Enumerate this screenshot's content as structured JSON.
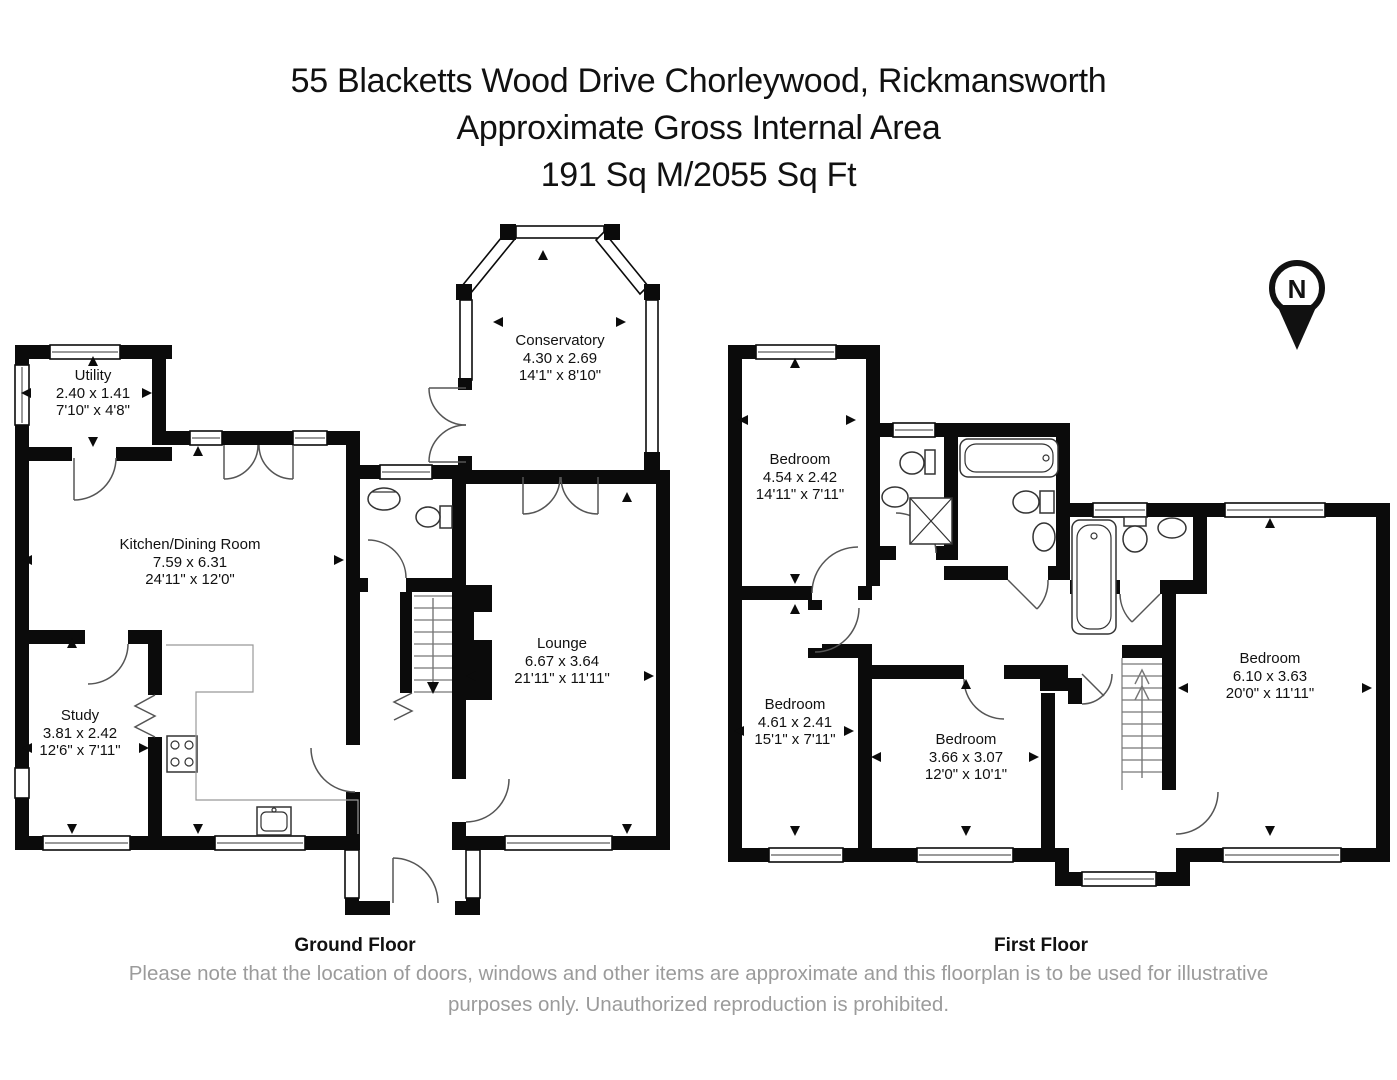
{
  "title": {
    "line1": "55 Blacketts Wood Drive Chorleywood, Rickmansworth",
    "line2": "Approximate Gross Internal Area",
    "line3": "191 Sq M/2055 Sq Ft"
  },
  "compass": {
    "label": "N"
  },
  "ground_floor": {
    "label": "Ground Floor",
    "rooms": {
      "utility": {
        "name": "Utility",
        "metric": "2.40 x 1.41",
        "imperial": "7'10\" x 4'8\""
      },
      "kitchen_dining": {
        "name": "Kitchen/Dining Room",
        "metric": "7.59 x 6.31",
        "imperial": "24'11\" x 12'0\""
      },
      "study": {
        "name": "Study",
        "metric": "3.81 x 2.42",
        "imperial": "12'6\" x 7'11\""
      },
      "conservatory": {
        "name": "Conservatory",
        "metric": "4.30 x 2.69",
        "imperial": "14'1\" x 8'10\""
      },
      "lounge": {
        "name": "Lounge",
        "metric": "6.67 x 3.64",
        "imperial": "21'11\" x 11'11\""
      }
    }
  },
  "first_floor": {
    "label": "First Floor",
    "rooms": {
      "bedroom_1": {
        "name": "Bedroom",
        "metric": "4.54 x 2.42",
        "imperial": "14'11\" x 7'11\""
      },
      "bedroom_2": {
        "name": "Bedroom",
        "metric": "4.61 x 2.41",
        "imperial": "15'1\" x 7'11\""
      },
      "bedroom_3": {
        "name": "Bedroom",
        "metric": "3.66 x 3.07",
        "imperial": "12'0\" x 10'1\""
      },
      "bedroom_4": {
        "name": "Bedroom",
        "metric": "6.10 x 3.63",
        "imperial": "20'0\" x 11'11\""
      }
    }
  },
  "footer": {
    "line1": "Please note that the location of doors, windows and other items are approximate and this floorplan is to be used for illustrative",
    "line2": "purposes only. Unauthorized reproduction is prohibited."
  },
  "colors": {
    "wall": "#0b0b0b",
    "footer_text": "#9b9b9b"
  }
}
